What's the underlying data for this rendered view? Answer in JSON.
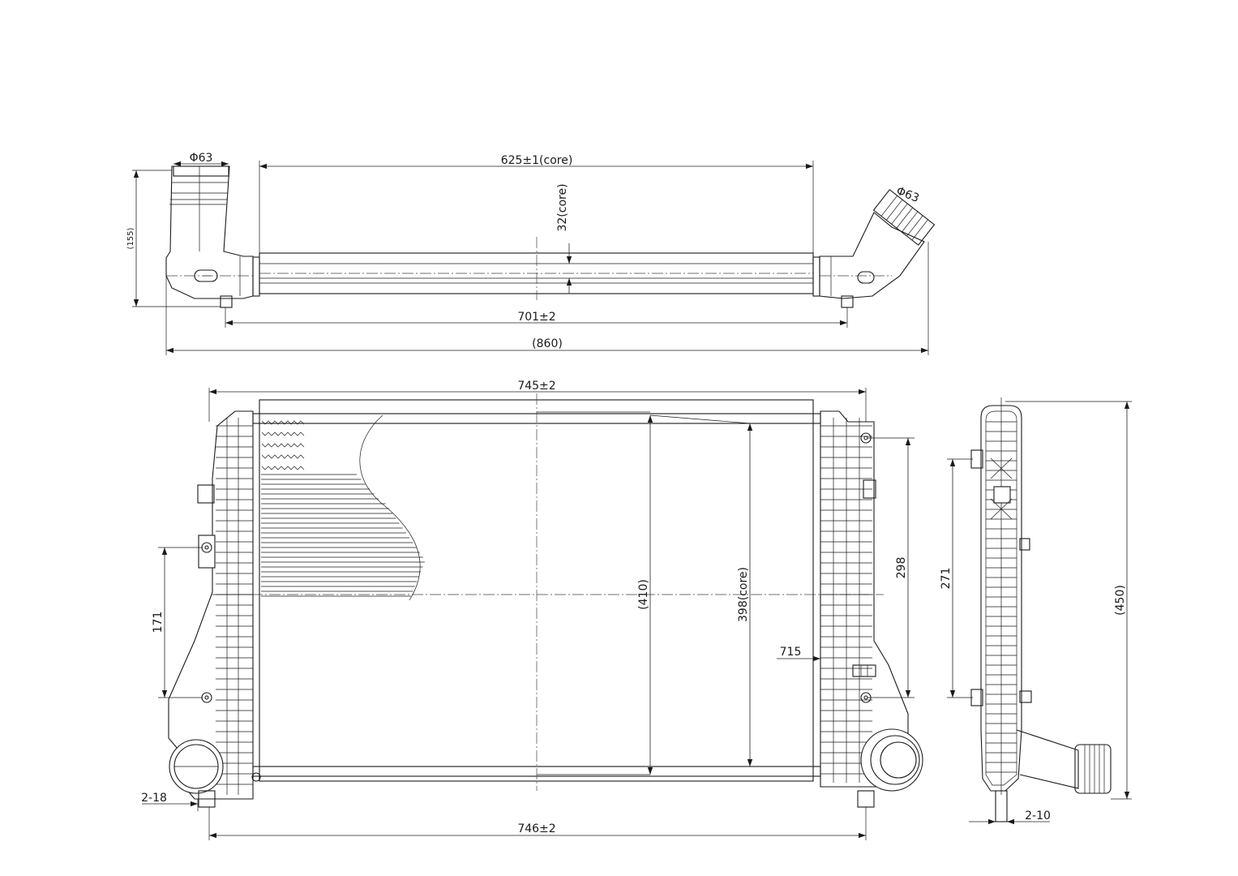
{
  "top_view": {
    "inlet_diameter": "Φ63",
    "outlet_diameter": "Φ63",
    "core_length": "625±1(core)",
    "core_thickness": "32(core)",
    "height": "(155)",
    "mount_span": "701±2",
    "overall_length": "(860)"
  },
  "front_view": {
    "top_width": "745±2",
    "bottom_width": "746±2",
    "height": "(410)",
    "core_height": "398(core)",
    "right_mount_spacing": "298",
    "left_mount_spacing": "171",
    "offset": "715",
    "pin": "2-18"
  },
  "side_view": {
    "overall_height": "(450)",
    "mount_spacing": "271",
    "pin": "2-10"
  }
}
